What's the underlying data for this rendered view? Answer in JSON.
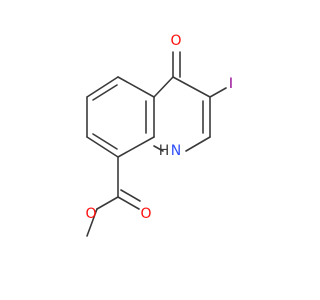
{
  "molecule": {
    "atoms": [
      {
        "id": "o_ketone",
        "label": "O",
        "color": "#ff0d0d"
      },
      {
        "id": "iodine",
        "label": "I",
        "color": "#940094"
      },
      {
        "id": "nh",
        "label": "H",
        "color": "#3a3a3a"
      },
      {
        "id": "n_ring",
        "label": "N",
        "color": "#3050f8"
      },
      {
        "id": "o_carbonyl",
        "label": "O",
        "color": "#ff0d0d"
      },
      {
        "id": "o_ester",
        "label": "O",
        "color": "#ff0d0d"
      }
    ]
  }
}
